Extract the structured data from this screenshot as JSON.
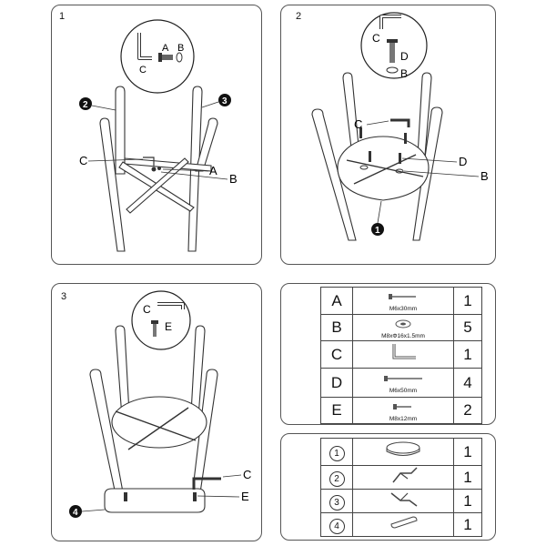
{
  "steps": [
    {
      "number": "1",
      "callout_letters": [
        "A",
        "B",
        "C"
      ],
      "part_numbers": [
        "2",
        "3"
      ],
      "labels": [
        "C",
        "A",
        "B"
      ]
    },
    {
      "number": "2",
      "callout_letters": [
        "C",
        "D",
        "B"
      ],
      "part_numbers": [
        "1"
      ],
      "labels": [
        "C",
        "D",
        "B"
      ]
    },
    {
      "number": "3",
      "callout_letters": [
        "C",
        "E"
      ],
      "part_numbers": [
        "4"
      ],
      "labels": [
        "C",
        "E"
      ]
    }
  ],
  "hardware": [
    {
      "letter": "A",
      "spec": "M6x30mm",
      "qty": "1",
      "icon": "bolt-icon"
    },
    {
      "letter": "B",
      "spec": "M8xΦ16x1.5mm",
      "qty": "5",
      "icon": "washer-icon"
    },
    {
      "letter": "C",
      "spec": "",
      "qty": "1",
      "icon": "allen-key-icon"
    },
    {
      "letter": "D",
      "spec": "M6x50mm",
      "qty": "4",
      "icon": "long-bolt-icon"
    },
    {
      "letter": "E",
      "spec": "M8x12mm",
      "qty": "2",
      "icon": "short-bolt-icon"
    }
  ],
  "parts": [
    {
      "number": "1",
      "qty": "1",
      "icon": "seat-icon"
    },
    {
      "number": "2",
      "qty": "1",
      "icon": "leg-frame-icon"
    },
    {
      "number": "3",
      "qty": "1",
      "icon": "leg-frame-icon"
    },
    {
      "number": "4",
      "qty": "1",
      "icon": "footrest-tube-icon"
    }
  ]
}
